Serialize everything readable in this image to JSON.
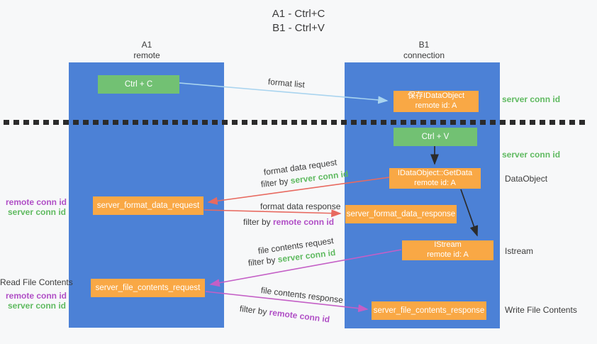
{
  "title": {
    "line1": "A1 - Ctrl+C",
    "line2": "B1 - Ctrl+V"
  },
  "lanes": {
    "left": {
      "name": "A1",
      "role": "remote"
    },
    "right": {
      "name": "B1",
      "role": "connection"
    }
  },
  "boxes": {
    "ctrl_c": "Ctrl + C",
    "ctrl_v": "Ctrl + V",
    "save_dataobject": {
      "line1": "保存IDataObject",
      "line2": "remote id: A"
    },
    "getdata": {
      "line1": "IDataObject::GetData",
      "line2": "remote id: A"
    },
    "istream": {
      "line1": "IStream",
      "line2": "remote id: A"
    },
    "format_request": "server_format_data_request",
    "format_response": "server_format_data_response",
    "file_request": "server_file_contents_request",
    "file_response": "server_file_contents_response"
  },
  "arrow_labels": {
    "format_list": "format list",
    "format_data_request": "format data request",
    "format_data_response": "format data response",
    "file_contents_request": "file contents request",
    "file_contents_response": "file contents response",
    "filter_by": "filter by",
    "server_conn_id": "server conn id",
    "remote_conn_id": "remote conn id"
  },
  "side_labels": {
    "server_conn_id_top": "server conn id",
    "server_conn_id_mid": "server conn id",
    "dataobject": "DataObject",
    "istream": "Istream",
    "write_file_contents": "Write File Contents",
    "read_file_contents": "Read File Contents",
    "remote_conn_id": "remote conn id",
    "server_conn_id": "server conn id"
  },
  "colors": {
    "background": "#f7f8f9",
    "lane_blue": "#4c81d6",
    "box_green": "#72c173",
    "box_orange": "#f9a845",
    "label_green": "#5fba60",
    "label_purple": "#b04fc6",
    "arrow_blue": "#a9d4ef",
    "arrow_salmon": "#e86a60",
    "arrow_magenta": "#c45fc6",
    "arrow_black": "#2b2b2b",
    "text_dark": "#3b3b3b"
  }
}
